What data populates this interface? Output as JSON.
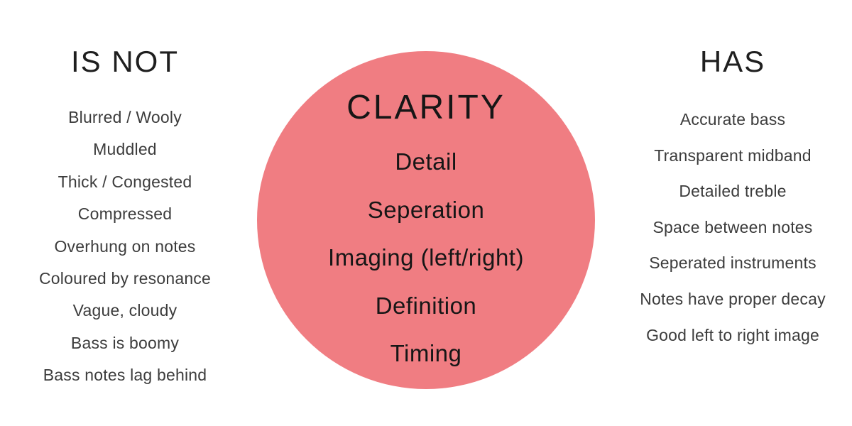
{
  "page": {
    "background_color": "#ffffff",
    "text_color_headers": "#1f1f1f",
    "text_color_items": "#3c3c3c"
  },
  "left_panel": {
    "title": "IS NOT",
    "items": [
      "Blurred / Wooly",
      "Muddled",
      "Thick / Congested",
      "Compressed",
      "Overhung on notes",
      "Coloured by resonance",
      "Vague, cloudy",
      "Bass is boomy",
      "Bass notes lag behind"
    ]
  },
  "circle": {
    "title": "CLARITY",
    "color": "#F07D82",
    "text_color": "#161616",
    "items": [
      "Detail",
      "Seperation",
      "Imaging (left/right)",
      "Definition",
      "Timing"
    ]
  },
  "right_panel": {
    "title": "HAS",
    "items": [
      "Accurate bass",
      "Transparent midband",
      "Detailed treble",
      "Space between notes",
      "Seperated instruments",
      "Notes have proper decay",
      "Good left to right image"
    ]
  }
}
